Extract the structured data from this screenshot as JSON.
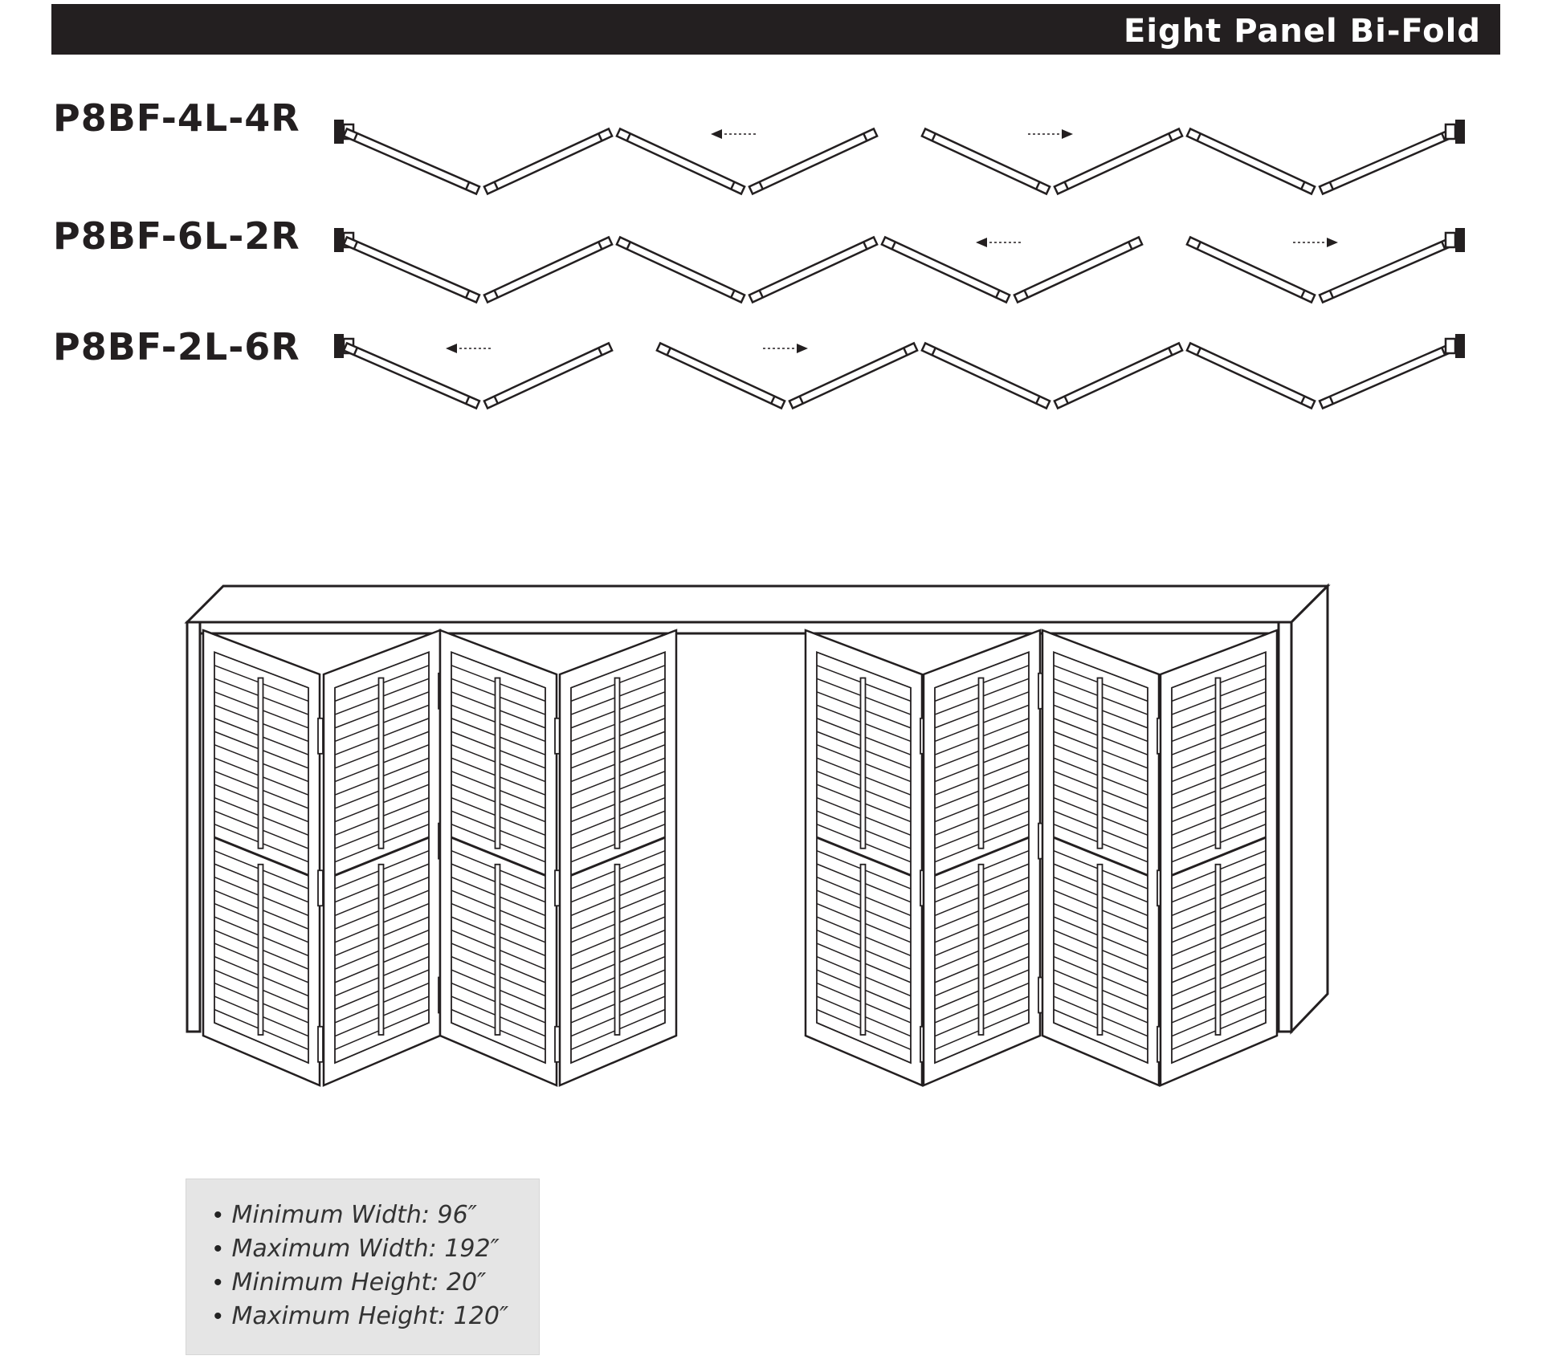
{
  "header": {
    "title": "Eight Panel Bi-Fold",
    "bg_color": "#231f20",
    "text_color": "#ffffff"
  },
  "configurations": [
    {
      "label": "P8BF-4L-4R",
      "left_panels": 4,
      "right_panels": 4
    },
    {
      "label": "P8BF-6L-2R",
      "left_panels": 6,
      "right_panels": 2
    },
    {
      "label": "P8BF-2L-6R",
      "left_panels": 2,
      "right_panels": 6
    }
  ],
  "illustration": {
    "left_panels": 4,
    "right_panels": 4
  },
  "specs": [
    "Minimum Width: 96″",
    "Maximum Width: 192″",
    "Minimum Height: 20″",
    "Maximum Height: 120″"
  ],
  "colors": {
    "line": "#231f20",
    "specs_bg": "#e5e5e5"
  }
}
